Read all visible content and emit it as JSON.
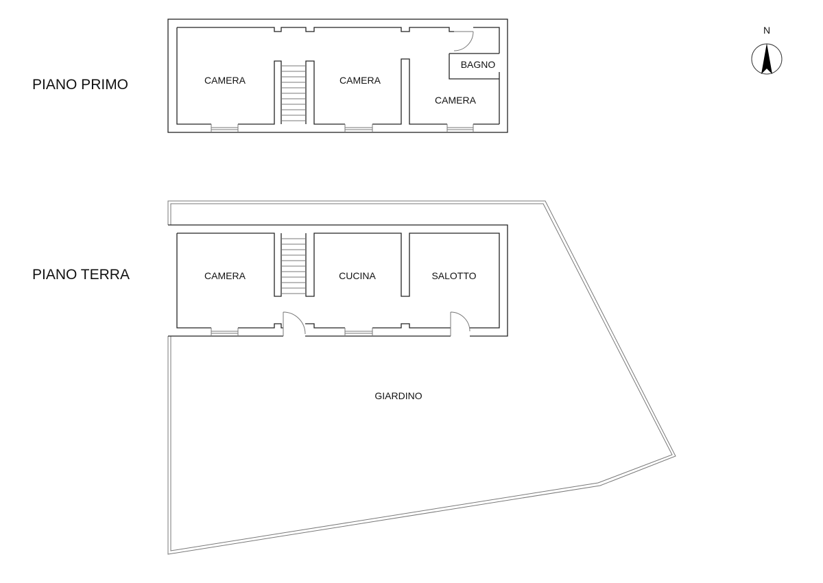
{
  "north_label": "N",
  "floors": [
    {
      "title": "PIANO PRIMO",
      "rooms": [
        "CAMERA",
        "CAMERA",
        "BAGNO",
        "CAMERA"
      ]
    },
    {
      "title": "PIANO TERRA",
      "rooms": [
        "CAMERA",
        "CUCINA",
        "SALOTTO"
      ],
      "outdoor": "GIARDINO"
    }
  ]
}
